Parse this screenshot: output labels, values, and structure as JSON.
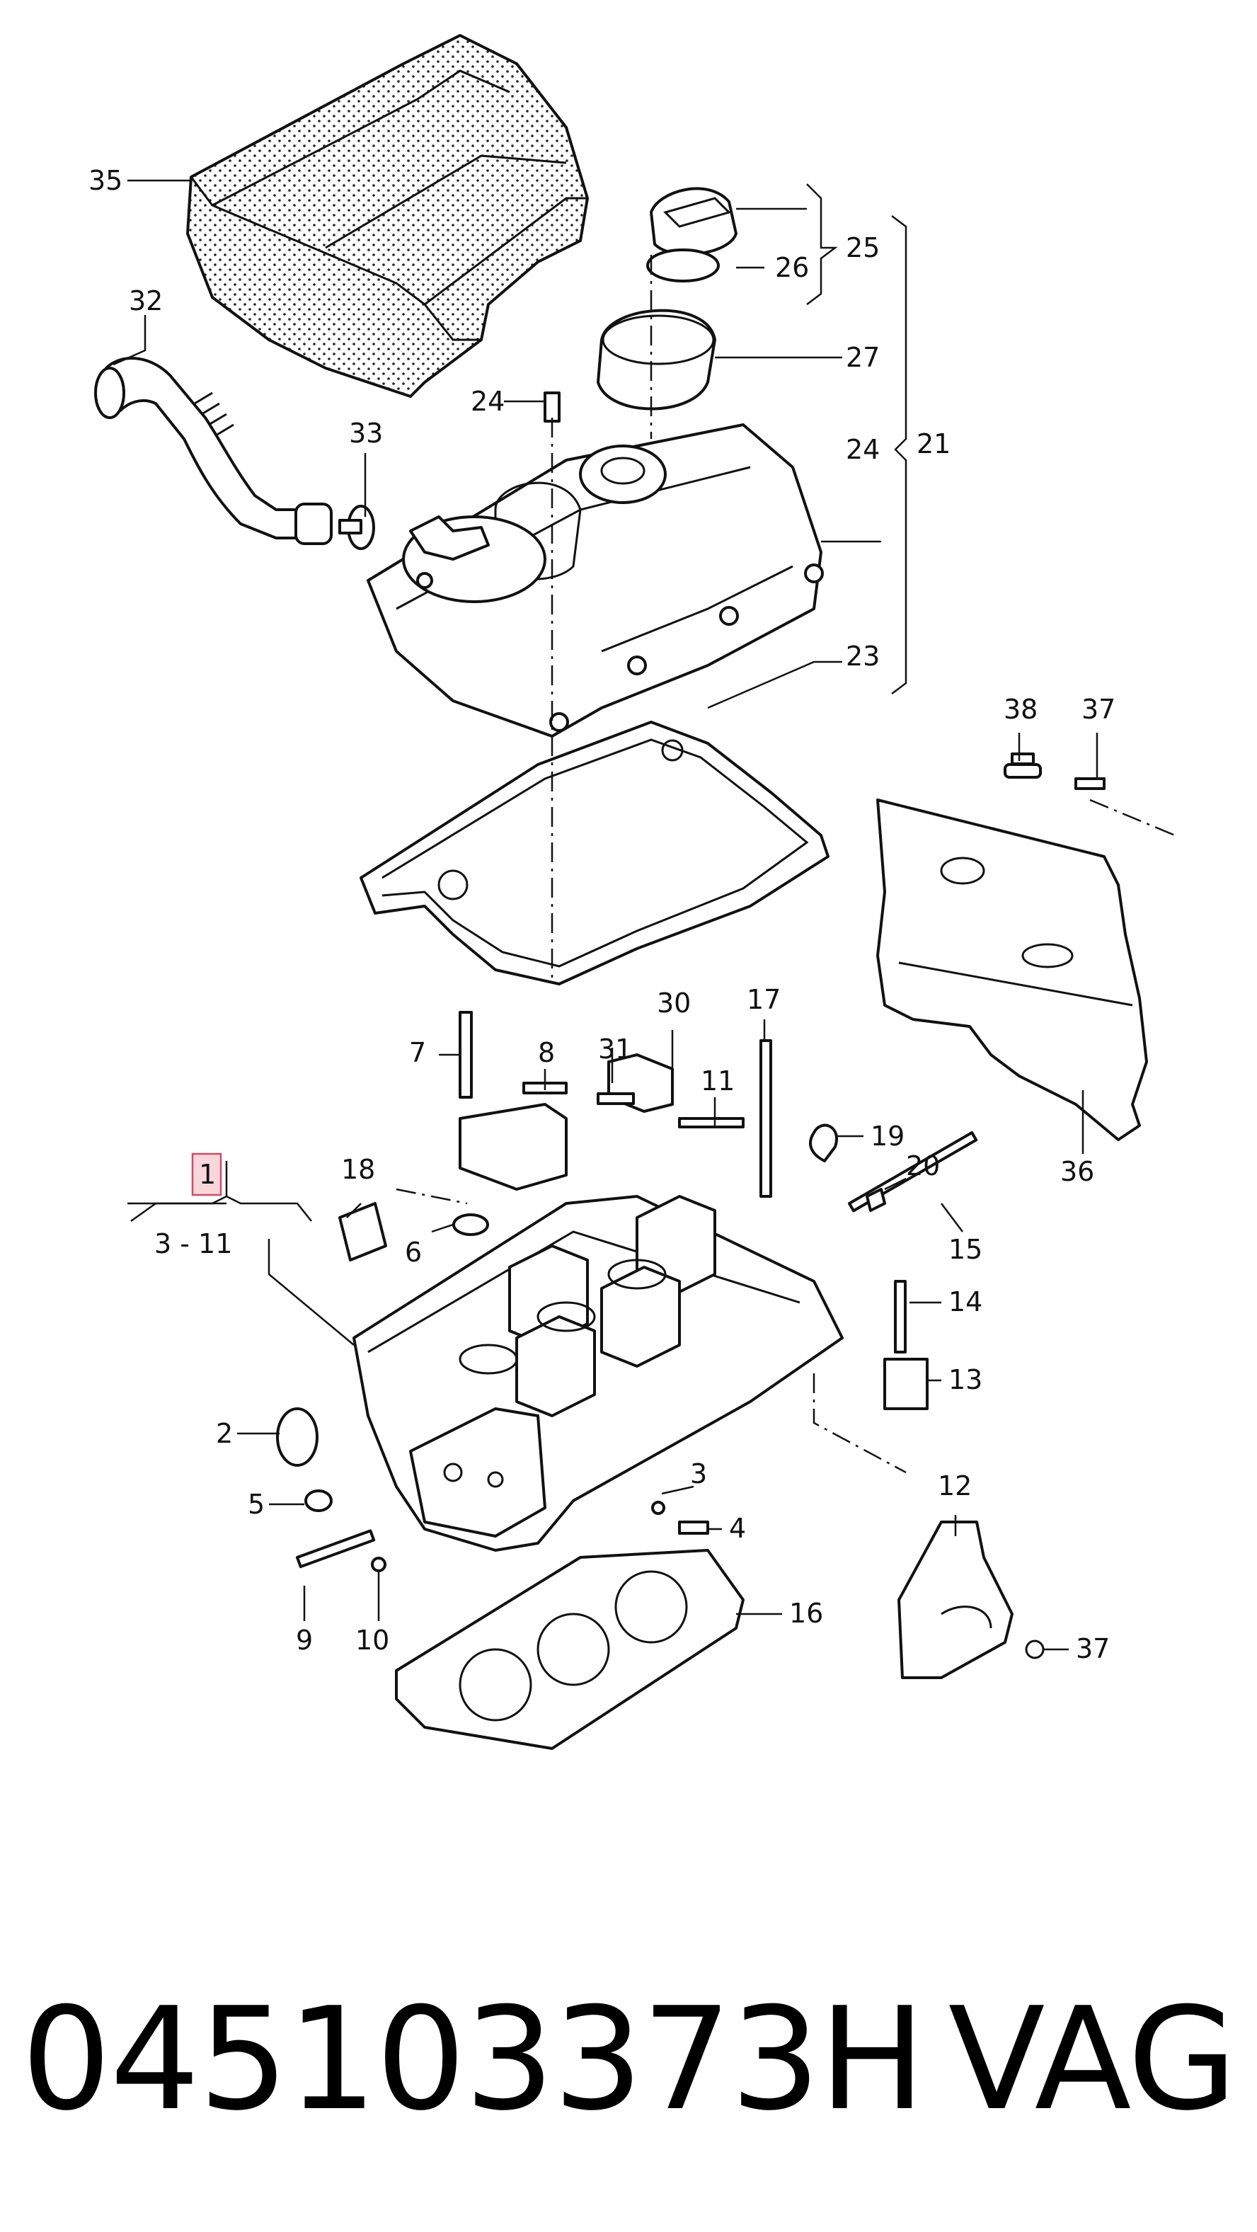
{
  "footer": {
    "part_number": "045103373H",
    "brand": "VAG"
  },
  "highlight_color": "#f7d7dc",
  "callouts": {
    "c1": "1",
    "c2": "2",
    "c3": "3",
    "c4": "4",
    "c5": "5",
    "c6": "6",
    "c7": "7",
    "c8": "8",
    "c9": "9",
    "c10": "10",
    "c11": "11",
    "c12": "12",
    "c13": "13",
    "c14": "14",
    "c15": "15",
    "c16": "16",
    "c17": "17",
    "c18": "18",
    "c19": "19",
    "c20": "20",
    "c21": "21",
    "c23": "23",
    "c24a": "24",
    "c24b": "24",
    "c25": "25",
    "c26": "26",
    "c27": "27",
    "c30": "30",
    "c31": "31",
    "c32": "32",
    "c33": "33",
    "c35": "35",
    "c36": "36",
    "c37a": "37",
    "c37b": "37",
    "c38": "38",
    "range": "3 - 11"
  }
}
